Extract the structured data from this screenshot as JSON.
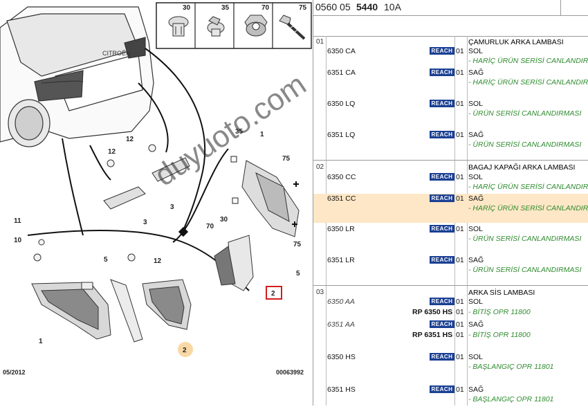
{
  "diagram": {
    "date": "05/2012",
    "code": "00063992",
    "fastener_labels": [
      "30",
      "35",
      "70",
      "75"
    ],
    "callouts": [
      "1",
      "2",
      "3",
      "5",
      "10",
      "11",
      "12",
      "30",
      "35",
      "70",
      "75"
    ]
  },
  "header": {
    "ref_prefix": "0560 05",
    "ref_bold": "5440",
    "ref_suffix": "10A"
  },
  "watermark": "duyuoto.com",
  "groups": [
    {
      "num": "01",
      "title": "ÇAMURLUK ARKA LAMBASI",
      "rows": [
        {
          "part": "6350 CA",
          "reach": "REACH",
          "qty": "01",
          "side": "SOL",
          "note": "- HARİÇ ÜRÜN SERİSİ CANLANDIRMA"
        },
        {
          "part": "6351 CA",
          "reach": "REACH",
          "qty": "01",
          "side": "SAĞ",
          "note": "- HARİÇ ÜRÜN SERİSİ CANLANDIRMA"
        },
        {
          "part": "6350 LQ",
          "reach": "REACH",
          "qty": "01",
          "side": "SOL",
          "note": "- ÜRÜN SERİSİ CANLANDIRMASI"
        },
        {
          "part": "6351 LQ",
          "reach": "REACH",
          "qty": "01",
          "side": "SAĞ",
          "note": "- ÜRÜN SERİSİ CANLANDIRMASI"
        }
      ]
    },
    {
      "num": "02",
      "title": "BAGAJ KAPAĞI ARKA LAMBASI",
      "rows": [
        {
          "part": "6350 CC",
          "reach": "REACH",
          "qty": "01",
          "side": "SOL",
          "note": "- HARİÇ ÜRÜN SERİSİ CANLANDIRMA"
        },
        {
          "part": "6351 CC",
          "reach": "REACH",
          "qty": "01",
          "side": "SAĞ",
          "note": "- HARİÇ ÜRÜN SERİSİ CANLANDIRMA"
        },
        {
          "part": "6350 LR",
          "reach": "REACH",
          "qty": "01",
          "side": "SOL",
          "note": "- ÜRÜN SERİSİ CANLANDIRMASI"
        },
        {
          "part": "6351 LR",
          "reach": "REACH",
          "qty": "01",
          "side": "SAĞ",
          "note": "- ÜRÜN SERİSİ CANLANDIRMASI"
        }
      ]
    },
    {
      "num": "03",
      "title": "ARKA SİS LAMBASI",
      "rows": [
        {
          "part": "6350 AA",
          "rp": "RP 6350 HS",
          "reach": "REACH",
          "qty": "01",
          "qty2": "01",
          "side": "SOL",
          "note": "- BİTİŞ OPR 11800"
        },
        {
          "part": "6351 AA",
          "rp": "RP 6351 HS",
          "reach": "REACH",
          "qty": "01",
          "qty2": "01",
          "side": "SAĞ",
          "note": "- BİTİŞ OPR 11800"
        },
        {
          "part": "6350 HS",
          "reach": "REACH",
          "qty": "01",
          "side": "SOL",
          "note": "- BAŞLANGIÇ OPR 11801"
        },
        {
          "part": "6351 HS",
          "reach": "REACH",
          "qty": "01",
          "side": "SAĞ",
          "note": "- BAŞLANGIÇ OPR 11801"
        }
      ]
    }
  ]
}
